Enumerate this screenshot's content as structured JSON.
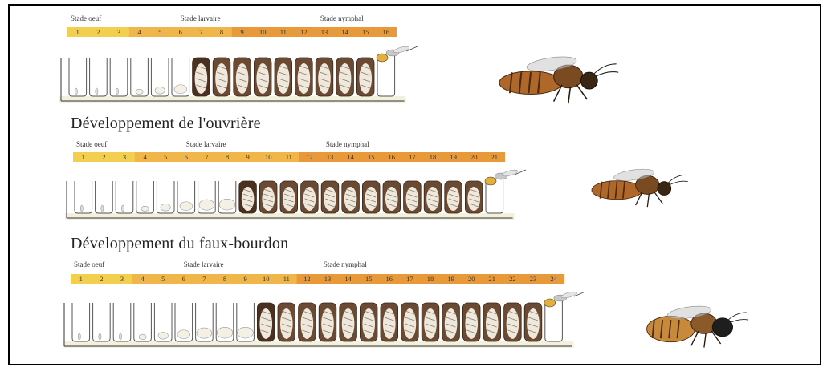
{
  "titles": {
    "worker": "Développement de l'ouvrière",
    "drone": "Développement du faux-bourdon"
  },
  "stage_labels": {
    "egg": "Stade oeuf",
    "larva": "Stade larvaire",
    "pupa": "Stade nymphal"
  },
  "colors": {
    "egg_band": "#f2cf4e",
    "larva_band": "#f0b64a",
    "pupa_band": "#e89a3a",
    "cell_cap": "#6b4a33",
    "cell_cap_dark": "#4a3020",
    "pupa_body": "#efe8dc",
    "cell_line": "#555555",
    "comb_bg": "#f4f0de"
  },
  "timelines": [
    {
      "caste": "queen",
      "days": 16,
      "egg_days": 3,
      "larva_days": 8,
      "capped_from": 7,
      "icon": "queen-bee-icon"
    },
    {
      "caste": "worker",
      "days": 21,
      "egg_days": 3,
      "larva_days": 11,
      "capped_from": 9,
      "icon": "worker-bee-icon"
    },
    {
      "caste": "drone",
      "days": 24,
      "egg_days": 3,
      "larva_days": 11,
      "capped_from": 10,
      "icon": "drone-bee-icon"
    }
  ]
}
